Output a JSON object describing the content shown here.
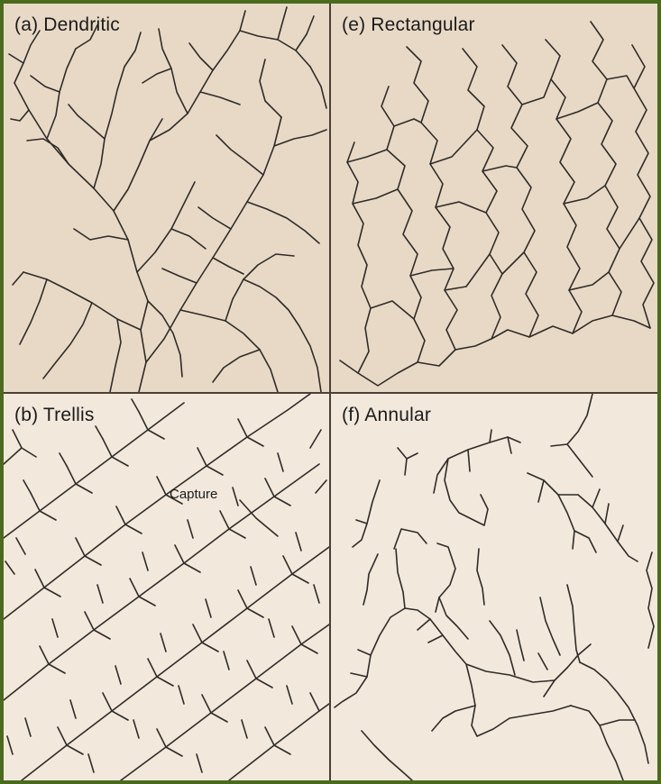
{
  "panels": {
    "a": {
      "title": "(a) Dendritic"
    },
    "e": {
      "title": "(e) Rectangular"
    },
    "b": {
      "title": "(b) Trellis",
      "annotation": "Capture"
    },
    "f": {
      "title": "(f) Annular"
    }
  },
  "colors": {
    "border": "#4a6a1e",
    "panel_top": "#e8d9c6",
    "panel_bottom": "#f2e8dc",
    "stream": "#2f2b27"
  }
}
